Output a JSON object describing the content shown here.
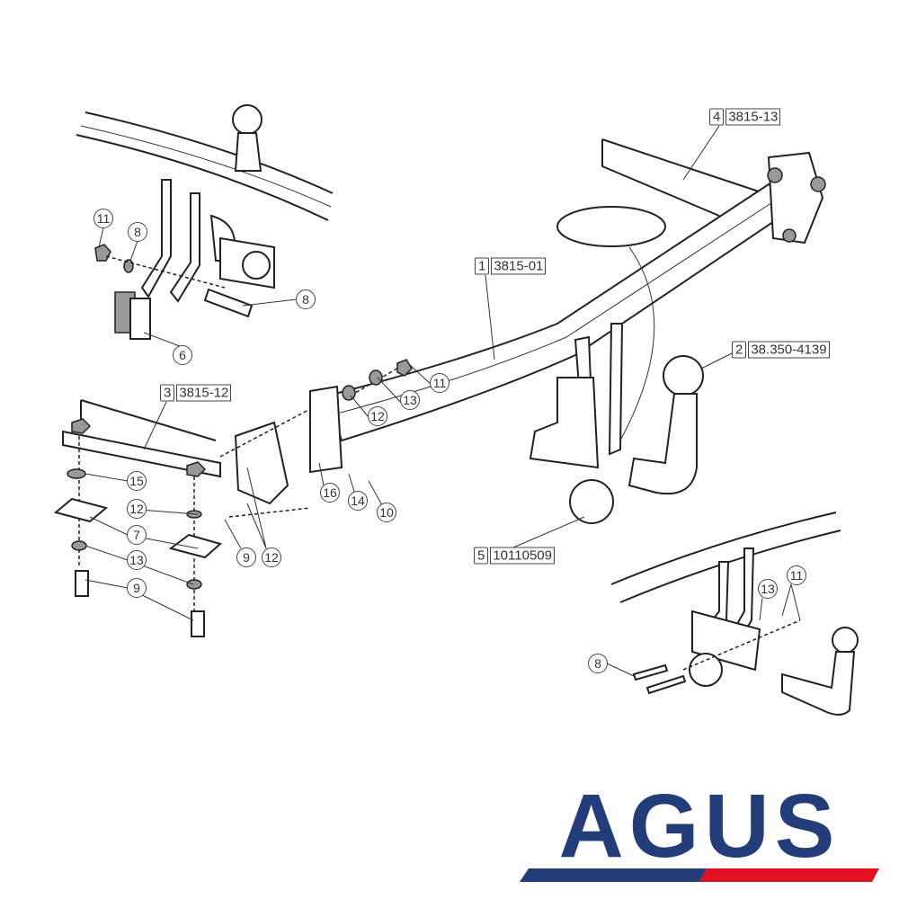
{
  "parts": [
    {
      "num": "1",
      "code": "3815-01"
    },
    {
      "num": "2",
      "code": "38.350-4139"
    },
    {
      "num": "3",
      "code": "3815-12"
    },
    {
      "num": "4",
      "code": "3815-13"
    },
    {
      "num": "5",
      "code": "10110509"
    }
  ],
  "callouts": [
    "11",
    "8",
    "8",
    "6",
    "11",
    "13",
    "12",
    "16",
    "14",
    "10",
    "15",
    "12",
    "7",
    "13",
    "9",
    "9",
    "12",
    "13",
    "11",
    "8"
  ],
  "logo": {
    "text": "AGUS",
    "colors": {
      "blue": "#233d7b",
      "red": "#e30f22"
    }
  }
}
